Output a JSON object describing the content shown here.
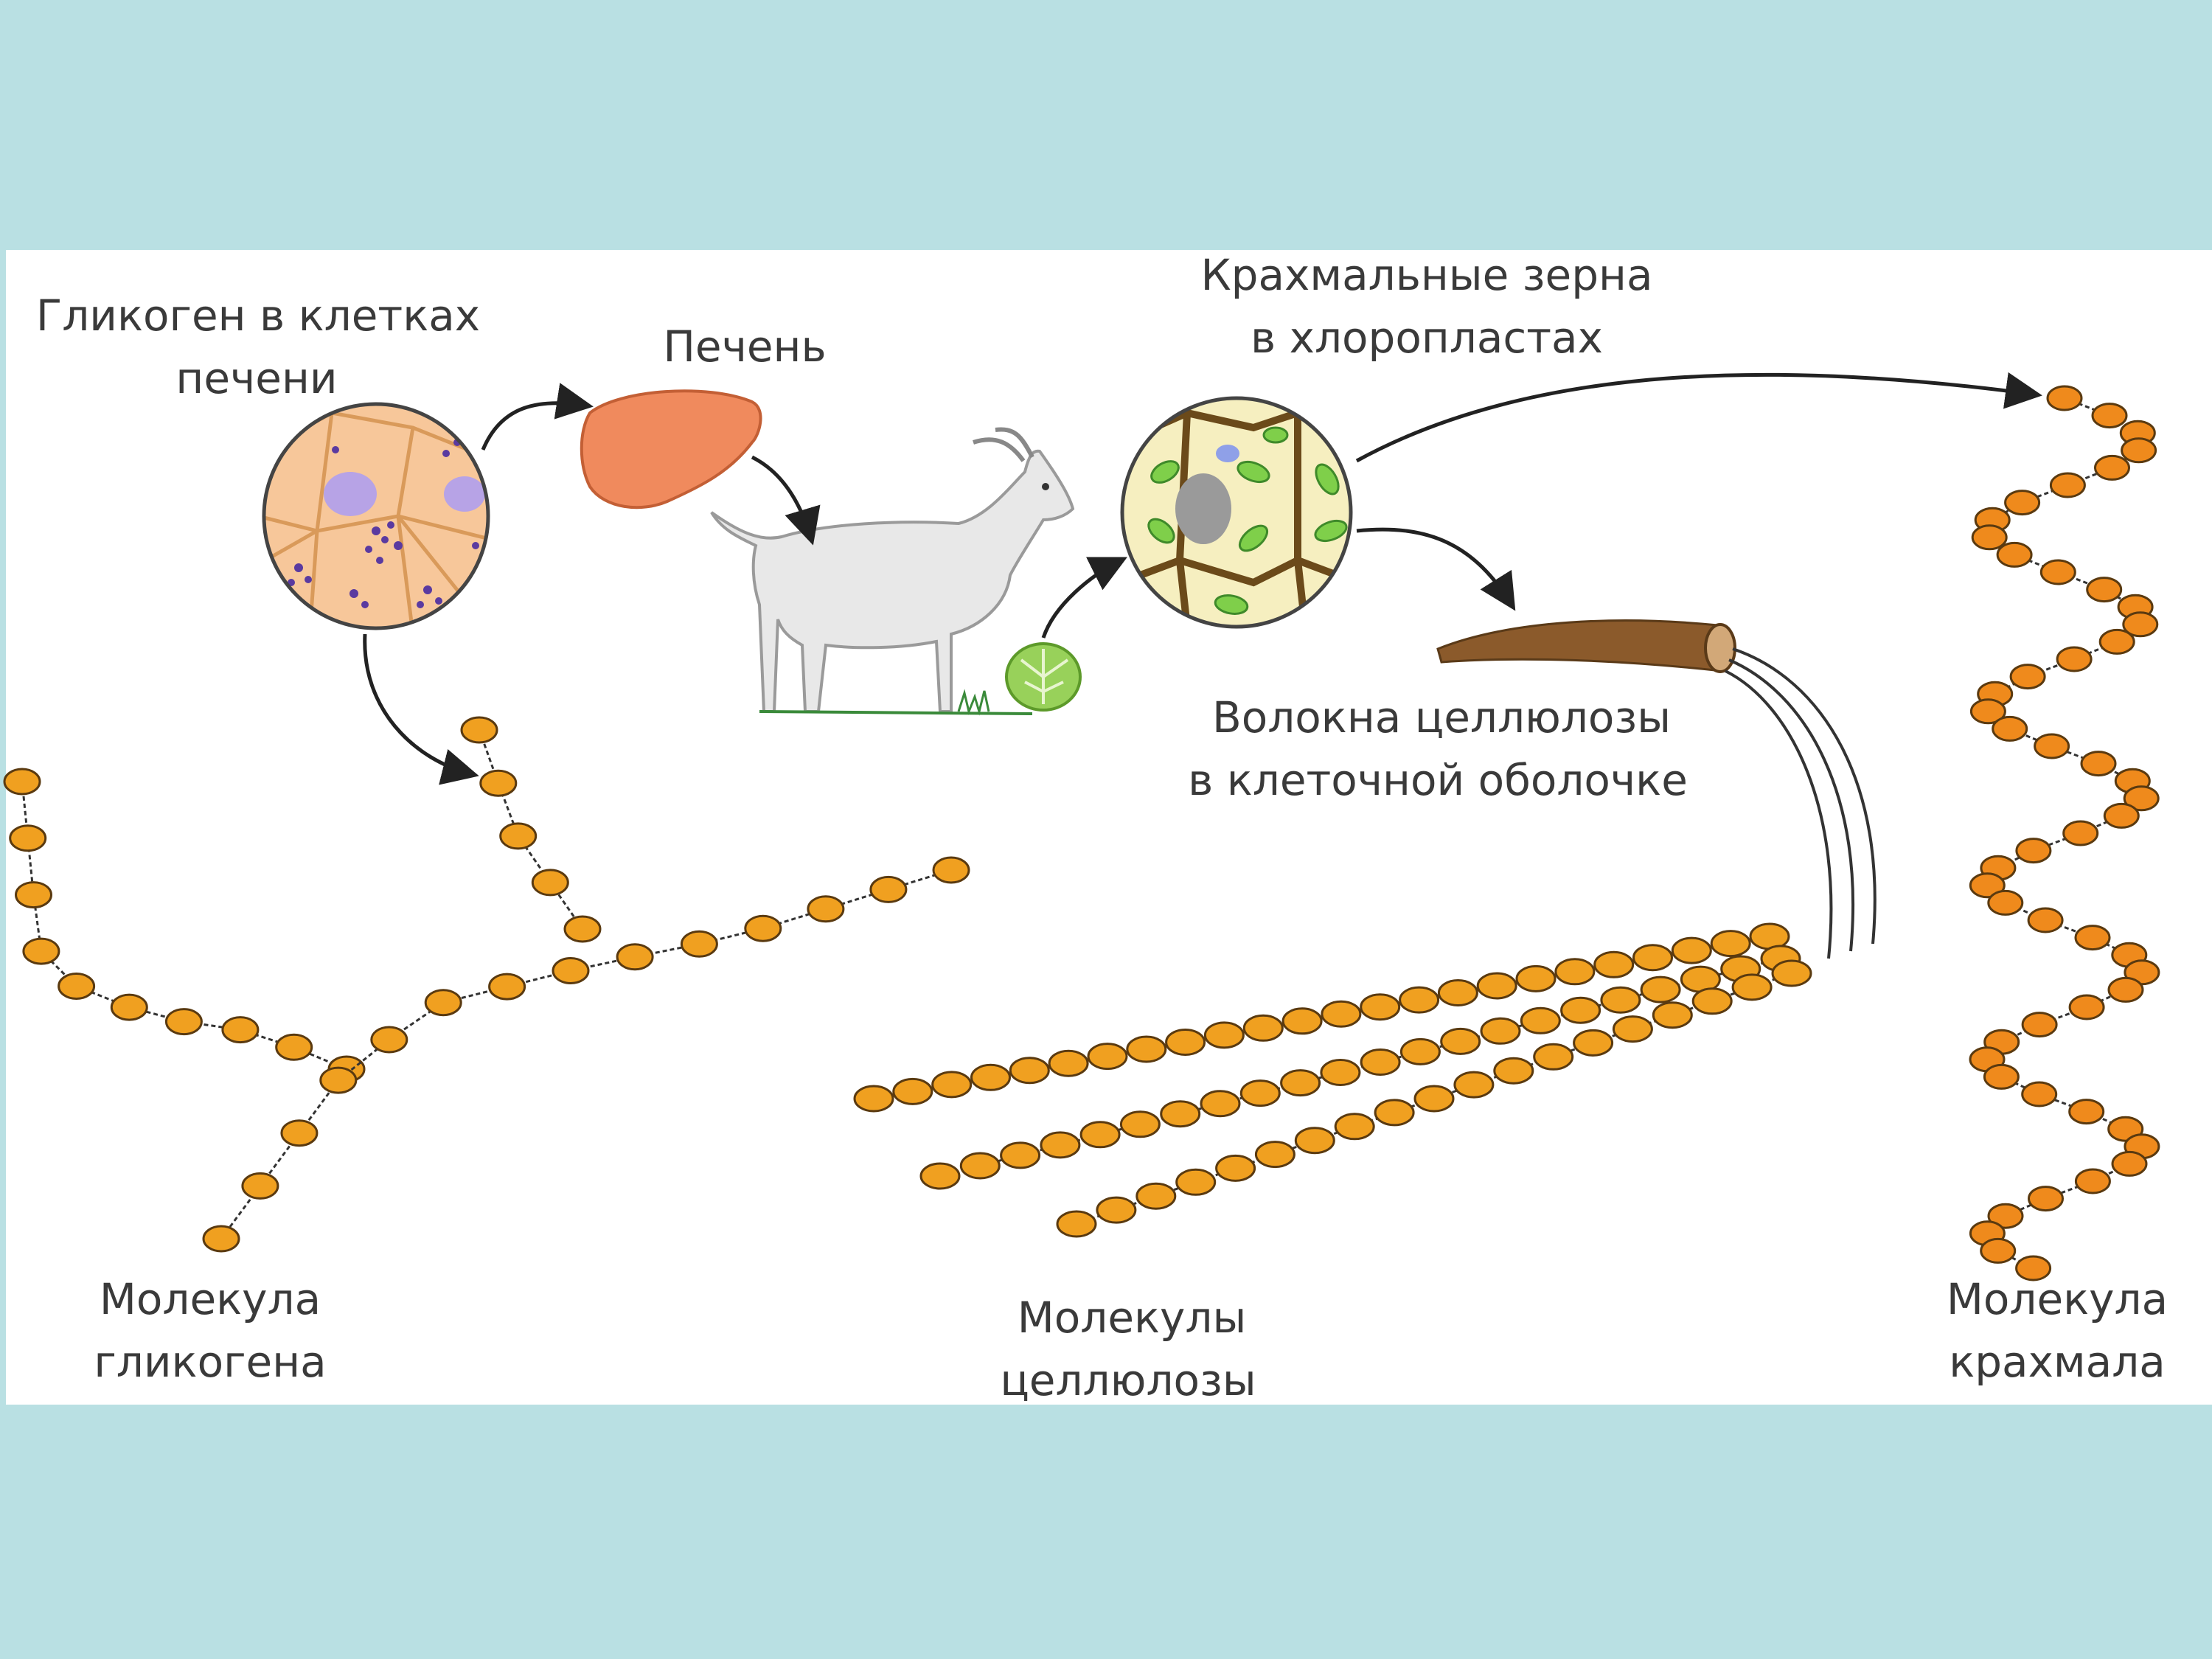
{
  "labels": {
    "glycogen_cells": [
      "Гликоген в клетках",
      "печени"
    ],
    "liver": "Печень",
    "starch_grains": [
      "Крахмальные зерна",
      "в хлоропластах"
    ],
    "cellulose_fibers": [
      "Волокна целлюлозы",
      "в клеточной оболочке"
    ],
    "glycogen_molecule": [
      "Молекула",
      "гликогена"
    ],
    "cellulose_molecules": [
      "Молекулы",
      "целлюлозы"
    ],
    "starch_molecule": [
      "Молекула",
      "крахмала"
    ]
  },
  "colors": {
    "background": "#b9e0e3",
    "panel": "#ffffff",
    "bead_fill": "#f0a020",
    "bead_stroke": "#5a3a10",
    "starch_bead_fill": "#ef8a1c",
    "liver": "#f08a5d",
    "fiber": "#8b5a2b"
  },
  "icons": [
    "liver-icon",
    "goat-icon",
    "cabbage-icon",
    "liver-cells-icon",
    "chloroplast-cells-icon",
    "cellulose-fiber-icon"
  ]
}
